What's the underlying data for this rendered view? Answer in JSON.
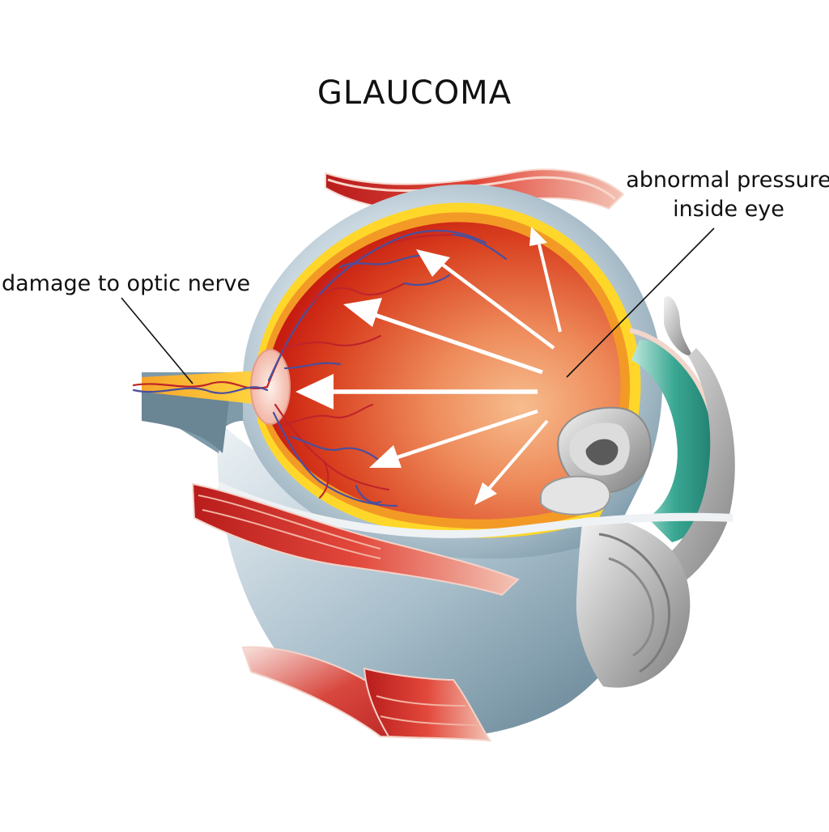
{
  "title": "GLAUCOMA",
  "labels": {
    "pressure_line1": "abnormal pressure",
    "pressure_line2": "inside eye",
    "nerve": "damage to optic nerve"
  },
  "colors": {
    "interior_dark": "#c8180f",
    "interior_light": "#f6b886",
    "sclera_outer": "#d7e1e8",
    "sclera_shadow": "#6e8c9c",
    "retina_yellow": "#ffd61f",
    "choroid_orange": "#f3a02a",
    "vessel_red": "#c0242a",
    "vessel_blue": "#4a4f9e",
    "muscle_red": "#d8322a",
    "cornea_teal": "#2e9b8a",
    "arrow": "#ffffff"
  }
}
